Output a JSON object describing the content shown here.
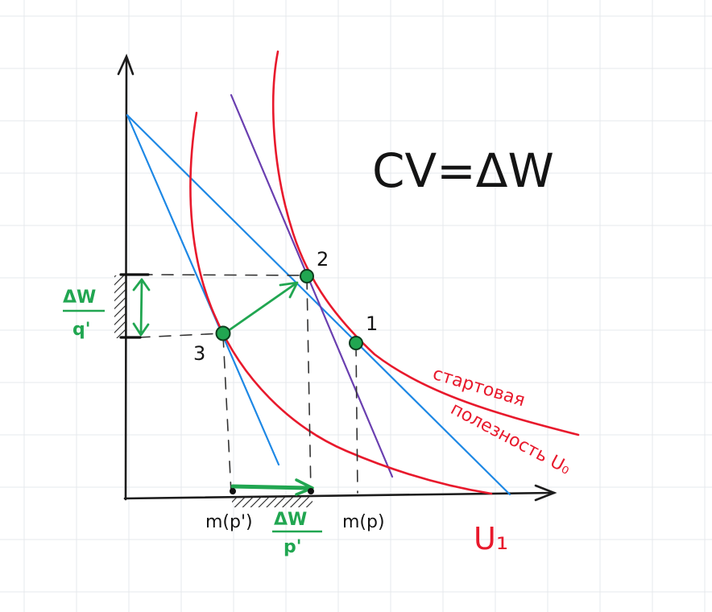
{
  "title": "CV=ΔW",
  "point_labels": {
    "p1": "1",
    "p2": "2",
    "p3": "3"
  },
  "x_tick_labels": {
    "m_p_prime": "m(p')",
    "m_p": "m(p)"
  },
  "dw_x": {
    "num": "ΔW",
    "den": "p'"
  },
  "dw_y": {
    "num": "ΔW",
    "den": "q'"
  },
  "curve_labels": {
    "start_line1": "стартовая",
    "start_line2": "полезность U₀",
    "u1": "U₁"
  },
  "colors": {
    "grid": "#e6e8ec",
    "axis": "#1c1c1c",
    "indifference": "#e8192c",
    "budget": "#1e88e5",
    "parallel": "#6a3fb0",
    "point": "#21a651",
    "annotation": "#21a651",
    "dash": "#333333"
  }
}
